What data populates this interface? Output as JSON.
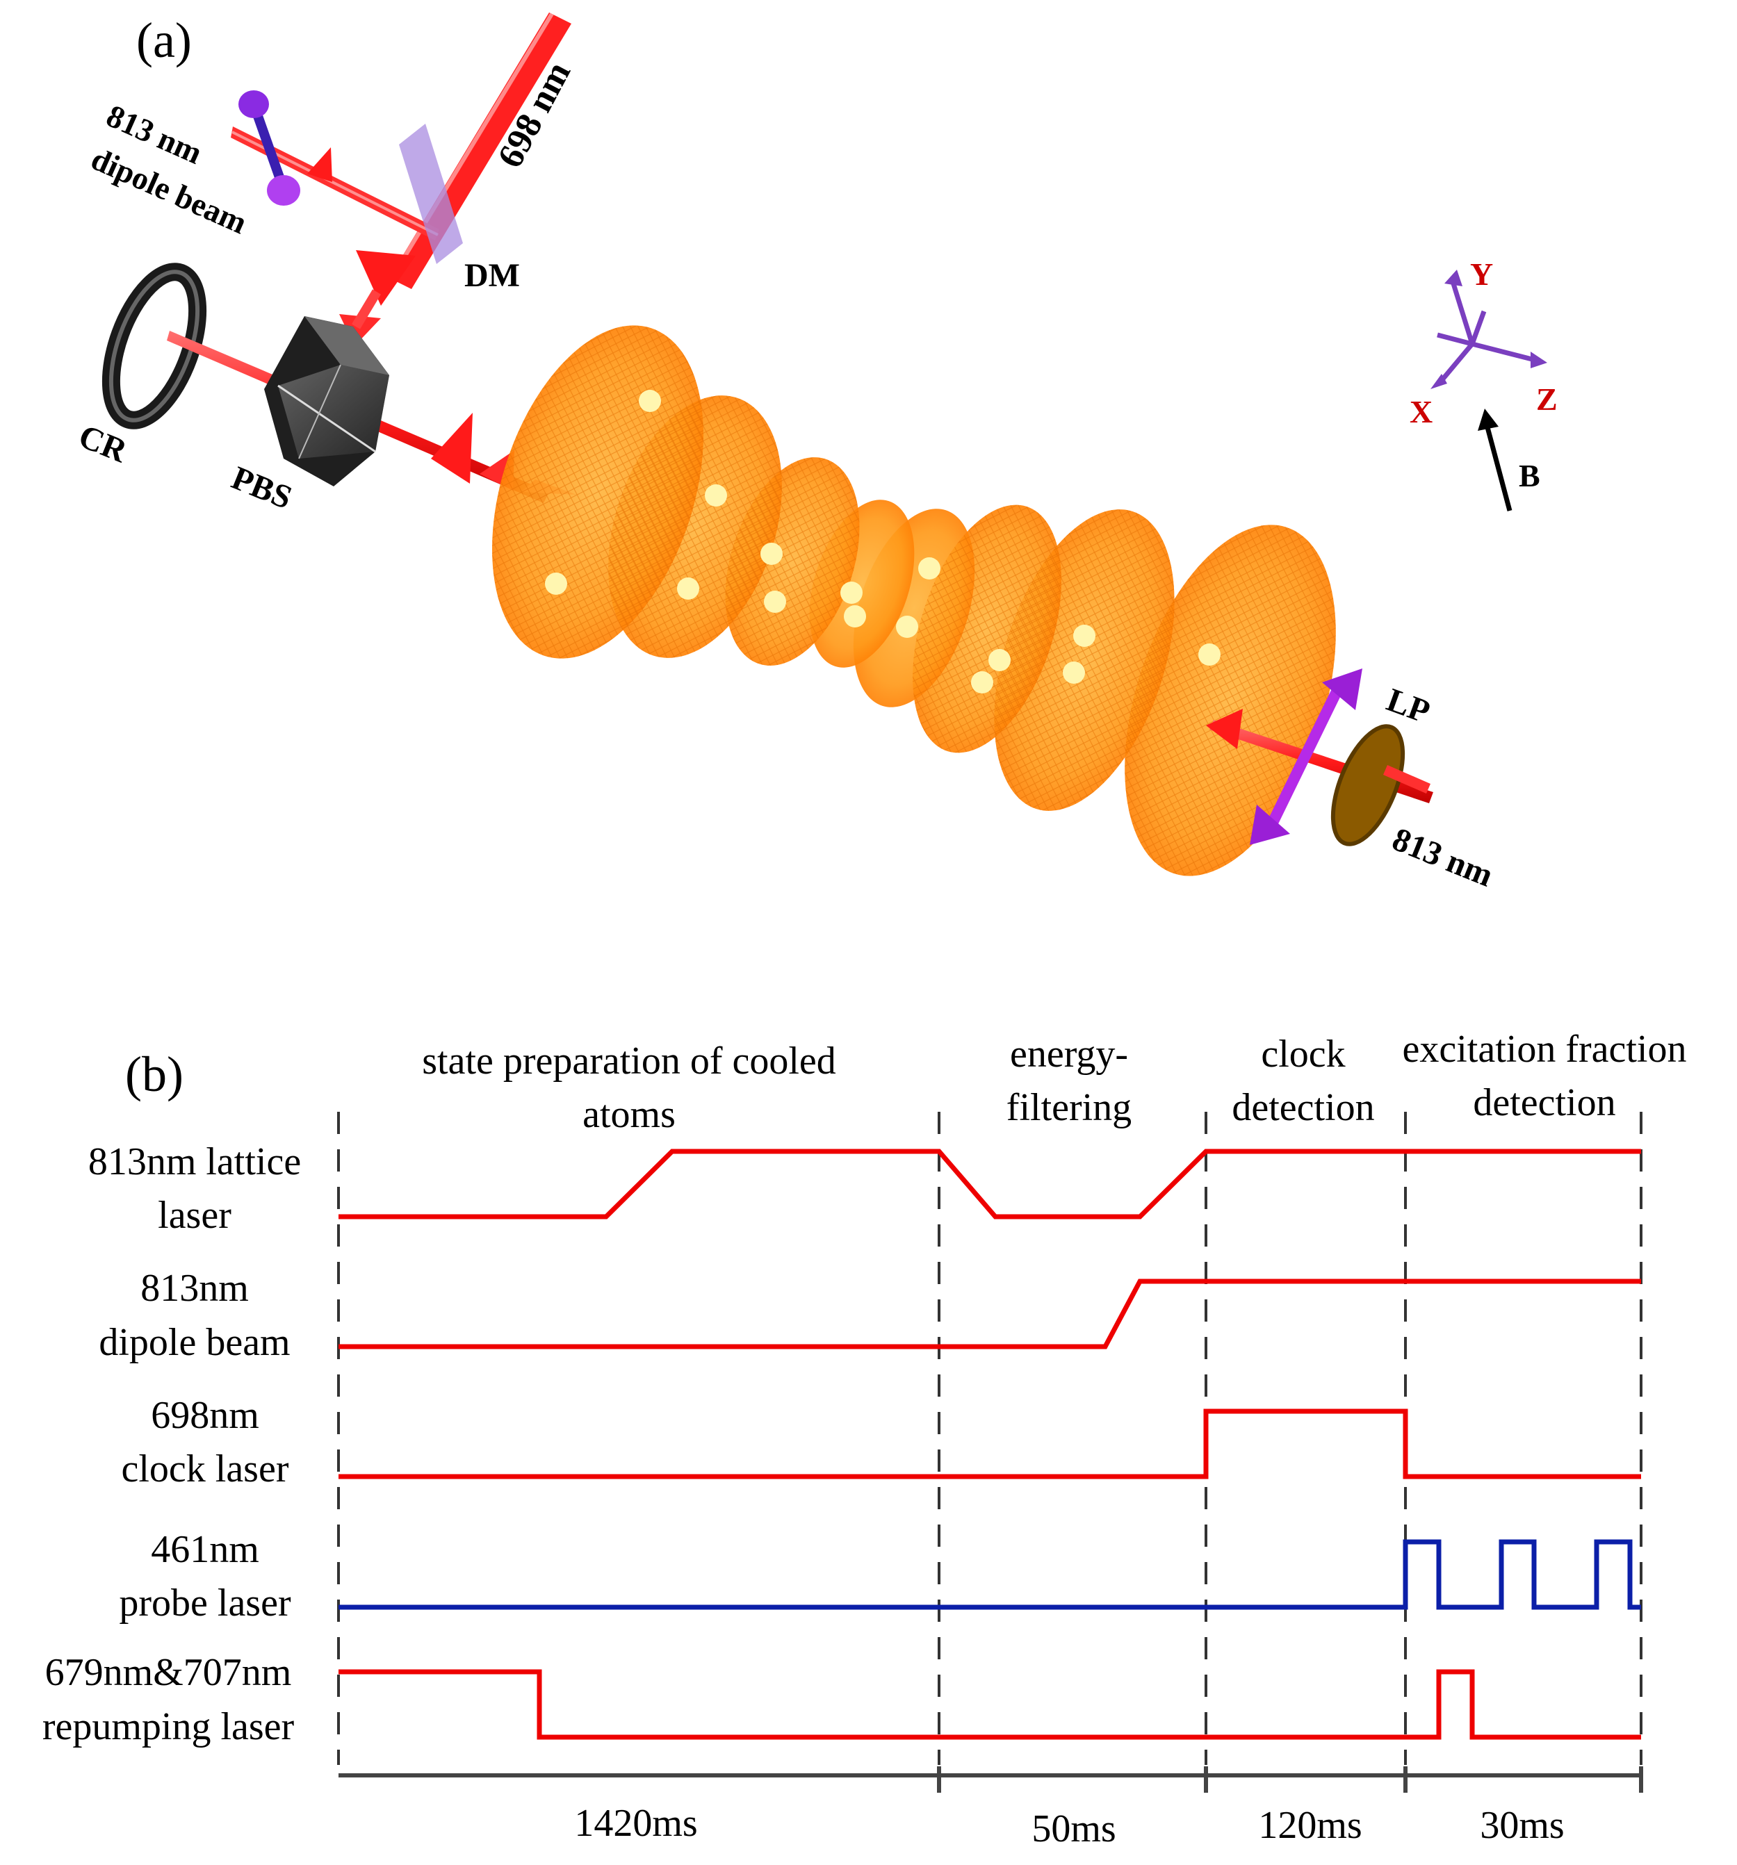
{
  "panel_a": {
    "label": "(a)",
    "beam_labels": {
      "dipole_line1": "813 nm",
      "dipole_line2": "dipole beam",
      "clock_beam": "698 nm",
      "lattice_beam": "813 nm"
    },
    "component_labels": {
      "dm": "DM",
      "cr": "CR",
      "pbs": "PBS",
      "lp": "LP"
    },
    "axes": {
      "y": "Y",
      "x": "X",
      "z": "Z",
      "field": "B"
    },
    "colors": {
      "beam": "#ff2a2a",
      "lattice_disk": "#ff9a1a",
      "atom": "#fff6b0",
      "polarization_arrow": "#bb22ee",
      "axis": "#7a3fbf",
      "axis_label": "#cc0000",
      "dichroic": "#a98ce0"
    }
  },
  "panel_b": {
    "label": "(b)",
    "phases": [
      {
        "title_line1": "state preparation of cooled",
        "title_line2": "atoms",
        "duration": "1420ms"
      },
      {
        "title_line1": "energy-",
        "title_line2": "filtering",
        "duration": "50ms"
      },
      {
        "title_line1": "clock",
        "title_line2": "detection",
        "duration": "120ms"
      },
      {
        "title_line1": "excitation fraction",
        "title_line2": "detection",
        "duration": "30ms"
      }
    ],
    "channels": [
      {
        "line1": "813nm lattice",
        "line2": "laser",
        "color": "#ee0000"
      },
      {
        "line1": "813nm",
        "line2": "dipole beam",
        "color": "#ee0000"
      },
      {
        "line1": "698nm",
        "line2": "clock laser",
        "color": "#ee0000"
      },
      {
        "line1": "461nm",
        "line2": "probe laser",
        "color": "#0b1fa8"
      },
      {
        "line1": "679nm&707nm",
        "line2": "repumping laser",
        "color": "#ee0000"
      }
    ]
  }
}
